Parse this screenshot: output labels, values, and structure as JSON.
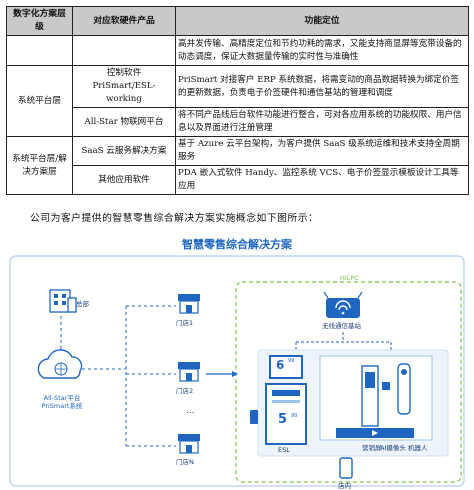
{
  "table": {
    "headers": [
      "数字化方案层级",
      "对应软硬件产品",
      "功能定位"
    ],
    "rows": [
      {
        "layer": "",
        "product": "",
        "function": "高并发传输、高精度定位和节约功耗的需求，又能支持商显屏等宽带设备的动态调度，保证大数据量传输的实时性与准确性"
      },
      {
        "layer": "系统平台层",
        "product": "控制软件 PriSmart/ESL-working",
        "function": "PriSmart 对接客户 ERP 系统数据，将需变动的商品数据转换为绑定价签的更新数据，负责电子价签硬件和通信基站的管理和调度"
      },
      {
        "layer": "",
        "product": "All-Star 物联网平台",
        "function": "将不同产品线后台软件功能进行整合，可对各应用系统的功能权限、用户信息以及界面进行注册管理"
      },
      {
        "layer": "系统平台层/解决方案层",
        "product": "SaaS 云服务解决方案",
        "function": "基于 Azure 云平台架构，为客户提供 SaaS 级系统运维和技术支持全周期服务"
      },
      {
        "layer": "",
        "product": "其他应用软件",
        "function": "PDA 嵌入式软件 Handy、监控系统 VCS、电子价签显示模板设计工具等应用"
      }
    ]
  },
  "caption": "公司为客户提供的智慧零售综合解决方案实施概念如下图所示：",
  "diagram": {
    "title": "智慧零售综合解决方案",
    "hq": "总部",
    "platform_line1": "All-Star平台",
    "platform_line2": "PriSmart系统",
    "stores": [
      "门店1",
      "门店2",
      "门店N"
    ],
    "dots": "...",
    "hilpc": "HiLPC",
    "base_station": "无线通信基站",
    "esl": "ESL",
    "price_top": "6",
    "price_bottom": "5",
    "cents": "99",
    "marketing_screen": "营销屏",
    "ai_camera": "AI摄像头",
    "robot": "机器人",
    "store_inside": "店内",
    "colors": {
      "accent": "#1f66c2",
      "light": "#9fc3ea",
      "green": "#79c64a",
      "shelf": "#f3c97c"
    }
  }
}
